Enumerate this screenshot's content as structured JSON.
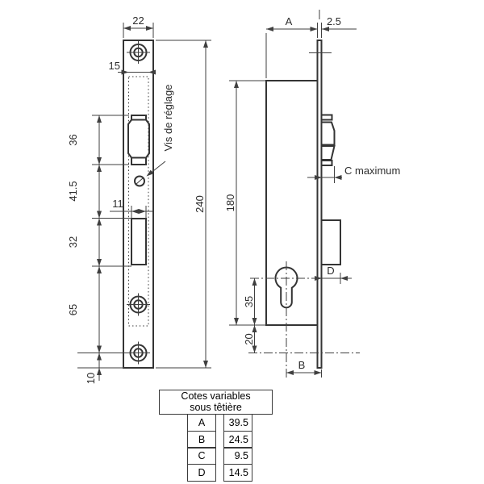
{
  "drawing_title": "mortise lock technical drawing",
  "colors": {
    "line": "#3a3a3a",
    "text": "#2d2d2d",
    "background": "#ffffff"
  },
  "front_view": {
    "annotation_label": "Vis de réglage",
    "dim_faceplate_width": "22",
    "dim_case_width": "15",
    "dim_roller_height": "36",
    "dim_roller_to_screw": "41.5",
    "dim_latch_slot_width": "11",
    "dim_latch_slot_height": "32",
    "dim_slot_to_screw": "65",
    "dim_screw_to_bottom": "10",
    "dim_total_height": "240"
  },
  "side_view": {
    "dim_case_depth": "A",
    "dim_faceplate_thickness": "2.5",
    "dim_case_height": "180",
    "dim_roller_projection": "C maximum",
    "dim_bolt_projection": "D",
    "dim_cylinder_to_case_bottom": "35",
    "dim_case_bottom_to_axis": "20",
    "dim_backset": "B"
  },
  "table": {
    "header_line1": "Cotes variables",
    "header_line2": "sous têtière",
    "rows": [
      {
        "label": "A",
        "value": "39.5"
      },
      {
        "label": "B",
        "value": "24.5"
      },
      {
        "label": "C",
        "value": "9.5"
      },
      {
        "label": "D",
        "value": "14.5"
      }
    ]
  }
}
